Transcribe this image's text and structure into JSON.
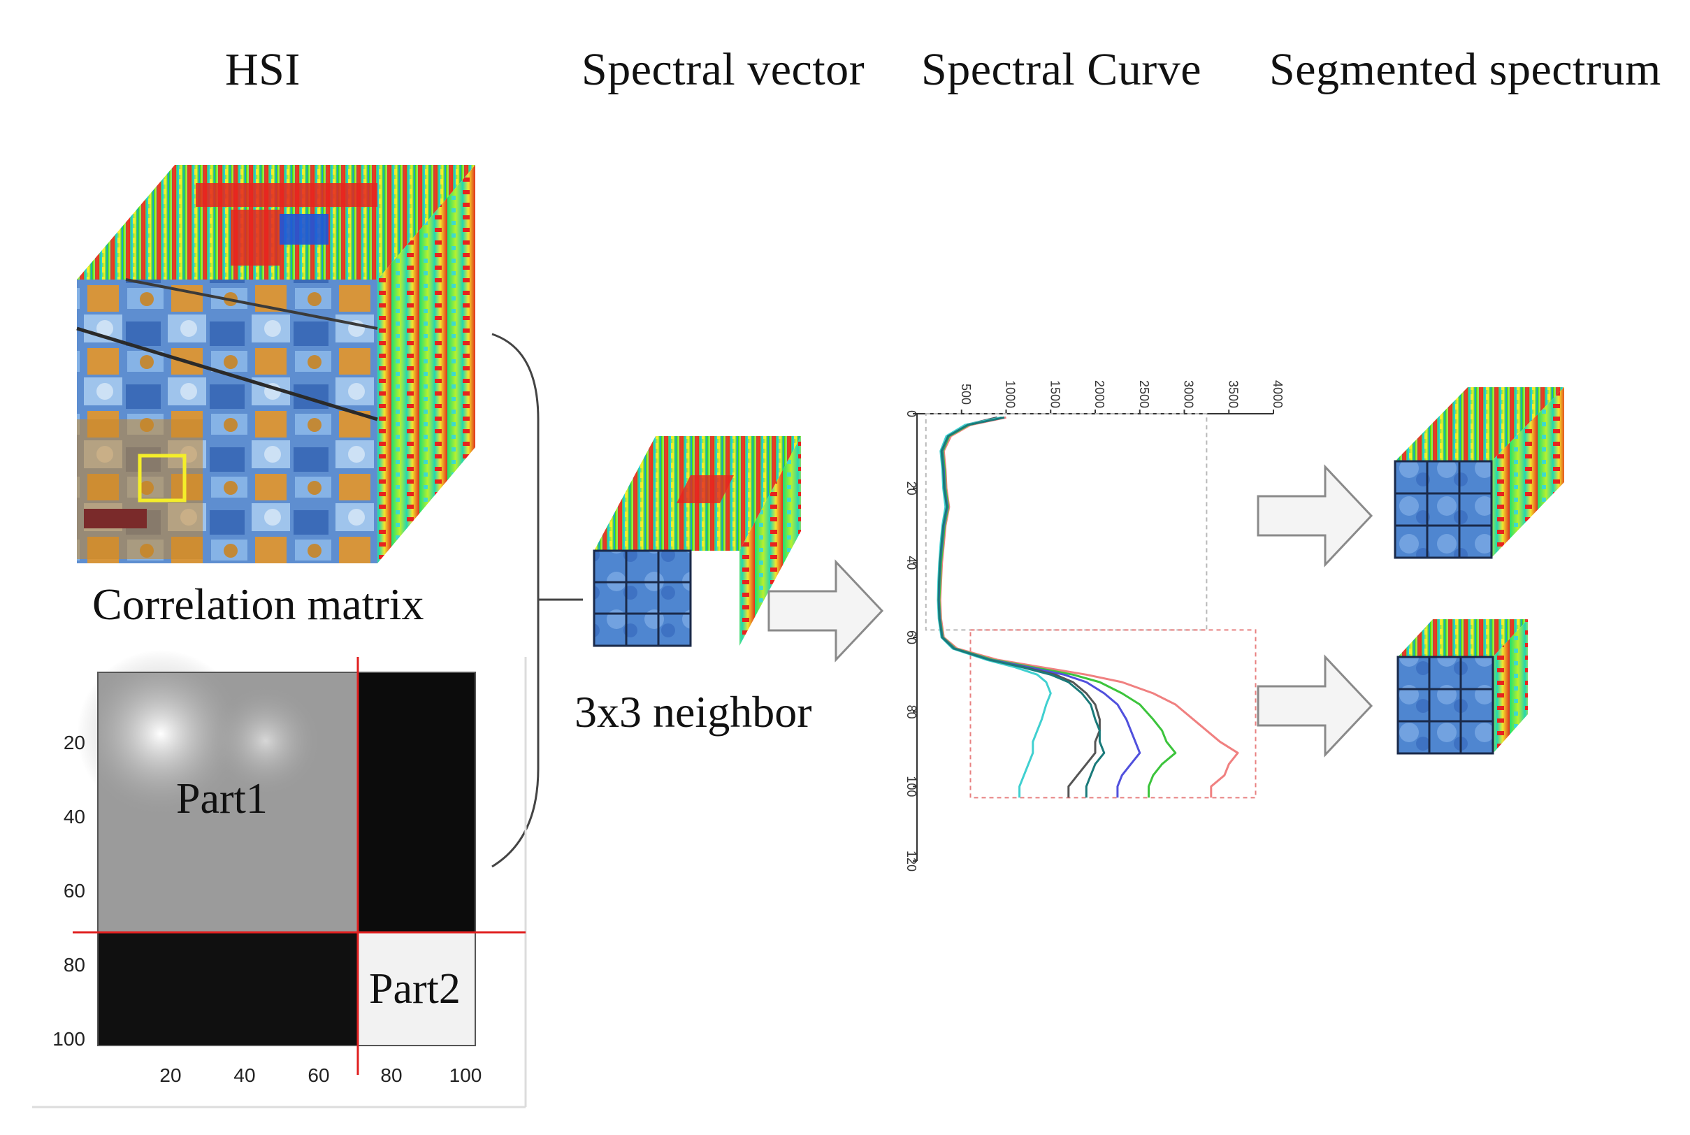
{
  "headers": {
    "hsi": "HSI",
    "spectral_vector": "Spectral vector",
    "spectral_curve": "Spectral Curve",
    "segmented_spectrum": "Segmented spectrum"
  },
  "labels": {
    "correlation_matrix": "Correlation matrix",
    "neighbor": "3x3 neighbor",
    "part1": "Part1",
    "part2": "Part2"
  },
  "correlation_matrix_axes": {
    "x_ticks": [
      "20",
      "40",
      "60",
      "80",
      "100"
    ],
    "y_ticks": [
      "20",
      "40",
      "60",
      "80",
      "100"
    ],
    "split_band": 71
  },
  "chart_data": {
    "type": "line",
    "title": "",
    "xlabel": "",
    "ylabel": "",
    "orientation": "rotated 90 degrees clockwise (band axis vertical, value axis horizontal)",
    "band_axis_ticks": [
      "0",
      "20",
      "40",
      "60",
      "80",
      "100",
      "120"
    ],
    "value_axis_ticks": [
      "0",
      "500",
      "1000",
      "1500",
      "2000",
      "2500",
      "3000",
      "3500",
      "4000"
    ],
    "band_range": [
      0,
      120
    ],
    "value_range": [
      0,
      4000
    ],
    "segments": [
      {
        "band_range": [
          0,
          58
        ]
      },
      {
        "band_range": [
          58,
          103
        ]
      }
    ],
    "x": [
      1,
      3,
      6,
      10,
      15,
      20,
      25,
      30,
      35,
      40,
      45,
      50,
      55,
      60,
      63,
      66,
      68,
      70,
      72,
      75,
      78,
      82,
      85,
      88,
      91,
      94,
      97,
      100,
      103
    ],
    "series": [
      {
        "color": "#f08080",
        "values": [
          1000,
          600,
          380,
          300,
          320,
          330,
          360,
          320,
          300,
          280,
          270,
          260,
          270,
          300,
          450,
          900,
          1400,
          1900,
          2300,
          2650,
          2900,
          3100,
          3250,
          3400,
          3600,
          3500,
          3450,
          3300,
          3300
        ]
      },
      {
        "color": "#3cc43c",
        "values": [
          950,
          580,
          360,
          290,
          310,
          320,
          350,
          310,
          290,
          270,
          260,
          250,
          260,
          290,
          430,
          850,
          1300,
          1750,
          2050,
          2300,
          2500,
          2650,
          2750,
          2800,
          2900,
          2750,
          2650,
          2600,
          2600
        ]
      },
      {
        "color": "#5050dd",
        "values": [
          900,
          560,
          350,
          280,
          300,
          310,
          340,
          300,
          280,
          260,
          250,
          245,
          255,
          285,
          420,
          820,
          1250,
          1650,
          1900,
          2100,
          2250,
          2350,
          2400,
          2450,
          2500,
          2400,
          2300,
          2250,
          2250
        ]
      },
      {
        "color": "#555555",
        "values": [
          900,
          550,
          340,
          270,
          290,
          300,
          330,
          290,
          270,
          255,
          245,
          240,
          250,
          280,
          410,
          800,
          1200,
          1550,
          1750,
          1900,
          2000,
          2050,
          2050,
          2000,
          2000,
          1900,
          1800,
          1700,
          1700
        ]
      },
      {
        "color": "#40d0d0",
        "values": [
          950,
          540,
          330,
          265,
          285,
          295,
          320,
          285,
          265,
          250,
          240,
          235,
          245,
          275,
          400,
          780,
          1100,
          1350,
          1450,
          1500,
          1450,
          1400,
          1350,
          1300,
          1300,
          1250,
          1200,
          1150,
          1150
        ]
      },
      {
        "color": "#1a7a7a",
        "values": [
          980,
          570,
          350,
          275,
          295,
          305,
          335,
          295,
          275,
          258,
          248,
          242,
          252,
          282,
          415,
          810,
          1180,
          1500,
          1700,
          1850,
          1950,
          2000,
          2050,
          2050,
          2100,
          2000,
          1950,
          1900,
          1900
        ]
      }
    ]
  },
  "colors": {
    "red_divider": "#e02020",
    "arrow_fill": "#f4f4f4",
    "arrow_stroke": "#8a8a8a",
    "selection_box": "#f4ee2a"
  }
}
